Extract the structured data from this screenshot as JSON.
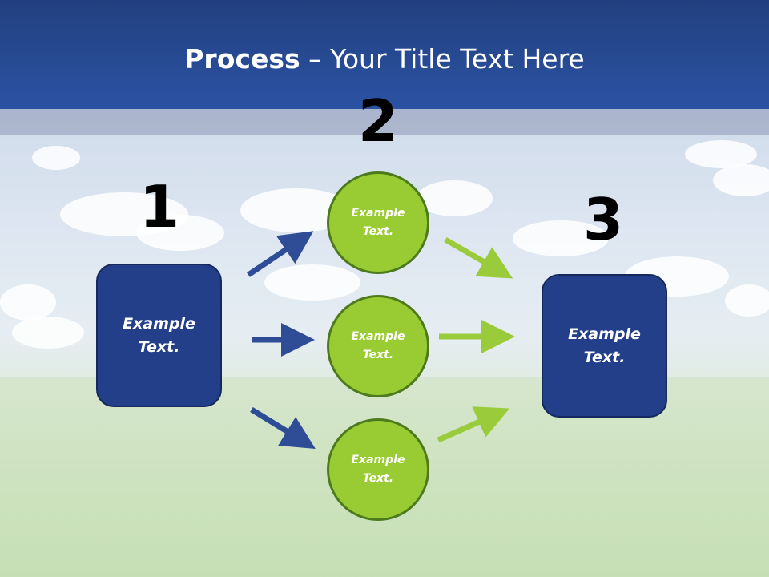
{
  "title": {
    "bold": "Process",
    "rest": " – Your Title Text Here"
  },
  "steps": [
    {
      "number": "1",
      "text": "Example\nText."
    },
    {
      "number": "2",
      "circles": [
        "Example\nText.",
        "Example\nText.",
        "Example\nText."
      ]
    },
    {
      "number": "3",
      "text": "Example\nText."
    }
  ],
  "colors": {
    "header": "#2b52a3",
    "box": "#243f8a",
    "circle": "#99cc33",
    "arrow_blue": "#2e4d96",
    "arrow_green": "#9acb3b"
  }
}
